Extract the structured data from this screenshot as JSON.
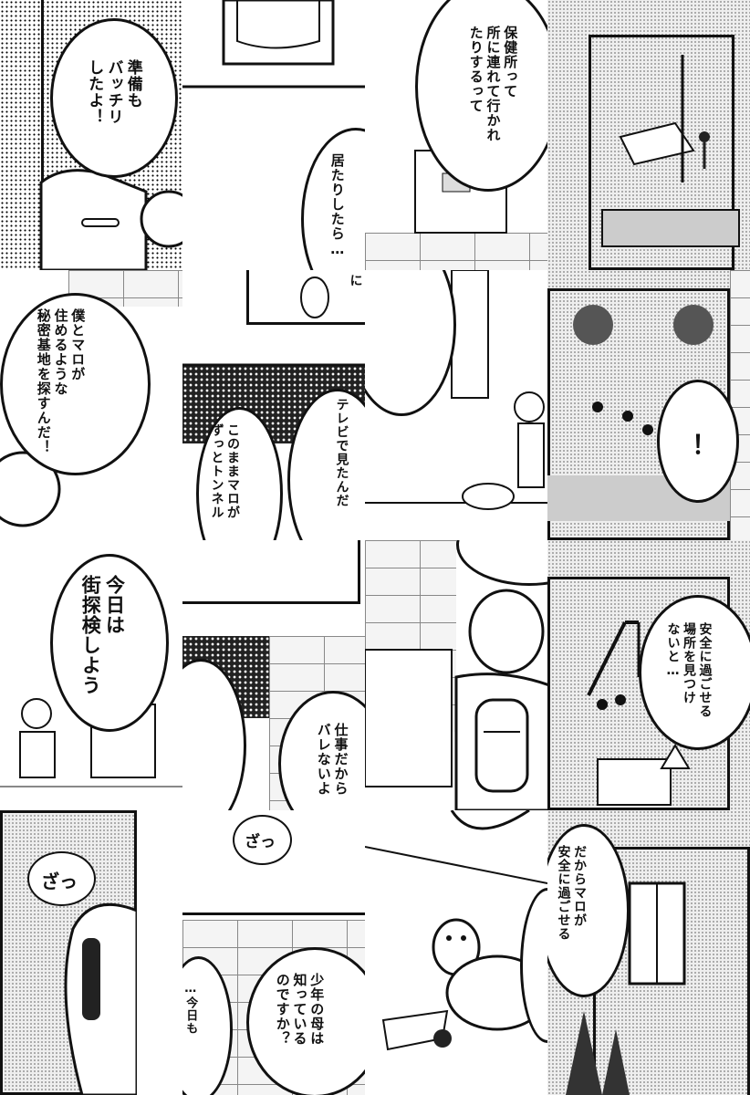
{
  "speech": {
    "junbi": "準備も\nバッチリ\nしたよ！",
    "itari": "居たりしたら…",
    "hokenjo": "保健所って\n所に連れて行かれ\nたりするって",
    "himitsu": "僕とマロが\n住めるような\n秘密基地を探すんだ！",
    "ni": "に",
    "konomama": "このままマロが\nずっとトンネル",
    "terebi": "テレビで見たんだ",
    "exclaim": "！",
    "kyou": "今日は\n街探検しよう",
    "shigoto": "仕事だから\nバレないよ",
    "anzen": "安全に過ごせる\n場所を見つけ\nないと…",
    "dakara": "だからマロが\n安全に過ごせる",
    "shounen": "少年の母は\n知っている\nのですか？",
    "kyoumo": "…今日も"
  },
  "sfx": {
    "za1": "ざっ",
    "za2": "ざっ"
  },
  "icons": {
    "dog": "dog-illustration",
    "boy": "boy-illustration",
    "backpack": "backpack-illustration"
  }
}
